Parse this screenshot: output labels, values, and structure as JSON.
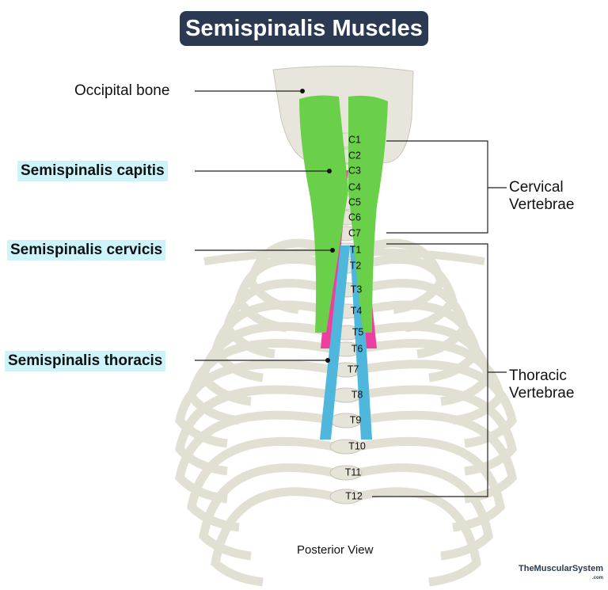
{
  "title": "Semispinalis Muscles",
  "labels": {
    "occipital": "Occipital bone",
    "capitis": "Semispinalis capitis",
    "cervicis": "Semispinalis cervicis",
    "thoracis": "Semispinalis thoracis",
    "cervical_line1": "Cervical",
    "cervical_line2": "Vertebrae",
    "thoracic_line1": "Thoracic",
    "thoracic_line2": "Vertebrae",
    "view": "Posterior View"
  },
  "vertebrae": [
    "C1",
    "C2",
    "C3",
    "C4",
    "C5",
    "C6",
    "C7",
    "T1",
    "T2",
    "T3",
    "T4",
    "T5",
    "T6",
    "T7",
    "T8",
    "T9",
    "T10",
    "T11",
    "T12"
  ],
  "watermark": {
    "name": "TheMuscularSystem",
    "suffix": ".com"
  },
  "colors": {
    "capitis": "#6ad04a",
    "cervicis": "#ee3f9f",
    "thoracis": "#4fb6dc",
    "bone": "#e6e4d8",
    "highlight": "#cdf3fb",
    "title_bg": "#2b3a52"
  }
}
